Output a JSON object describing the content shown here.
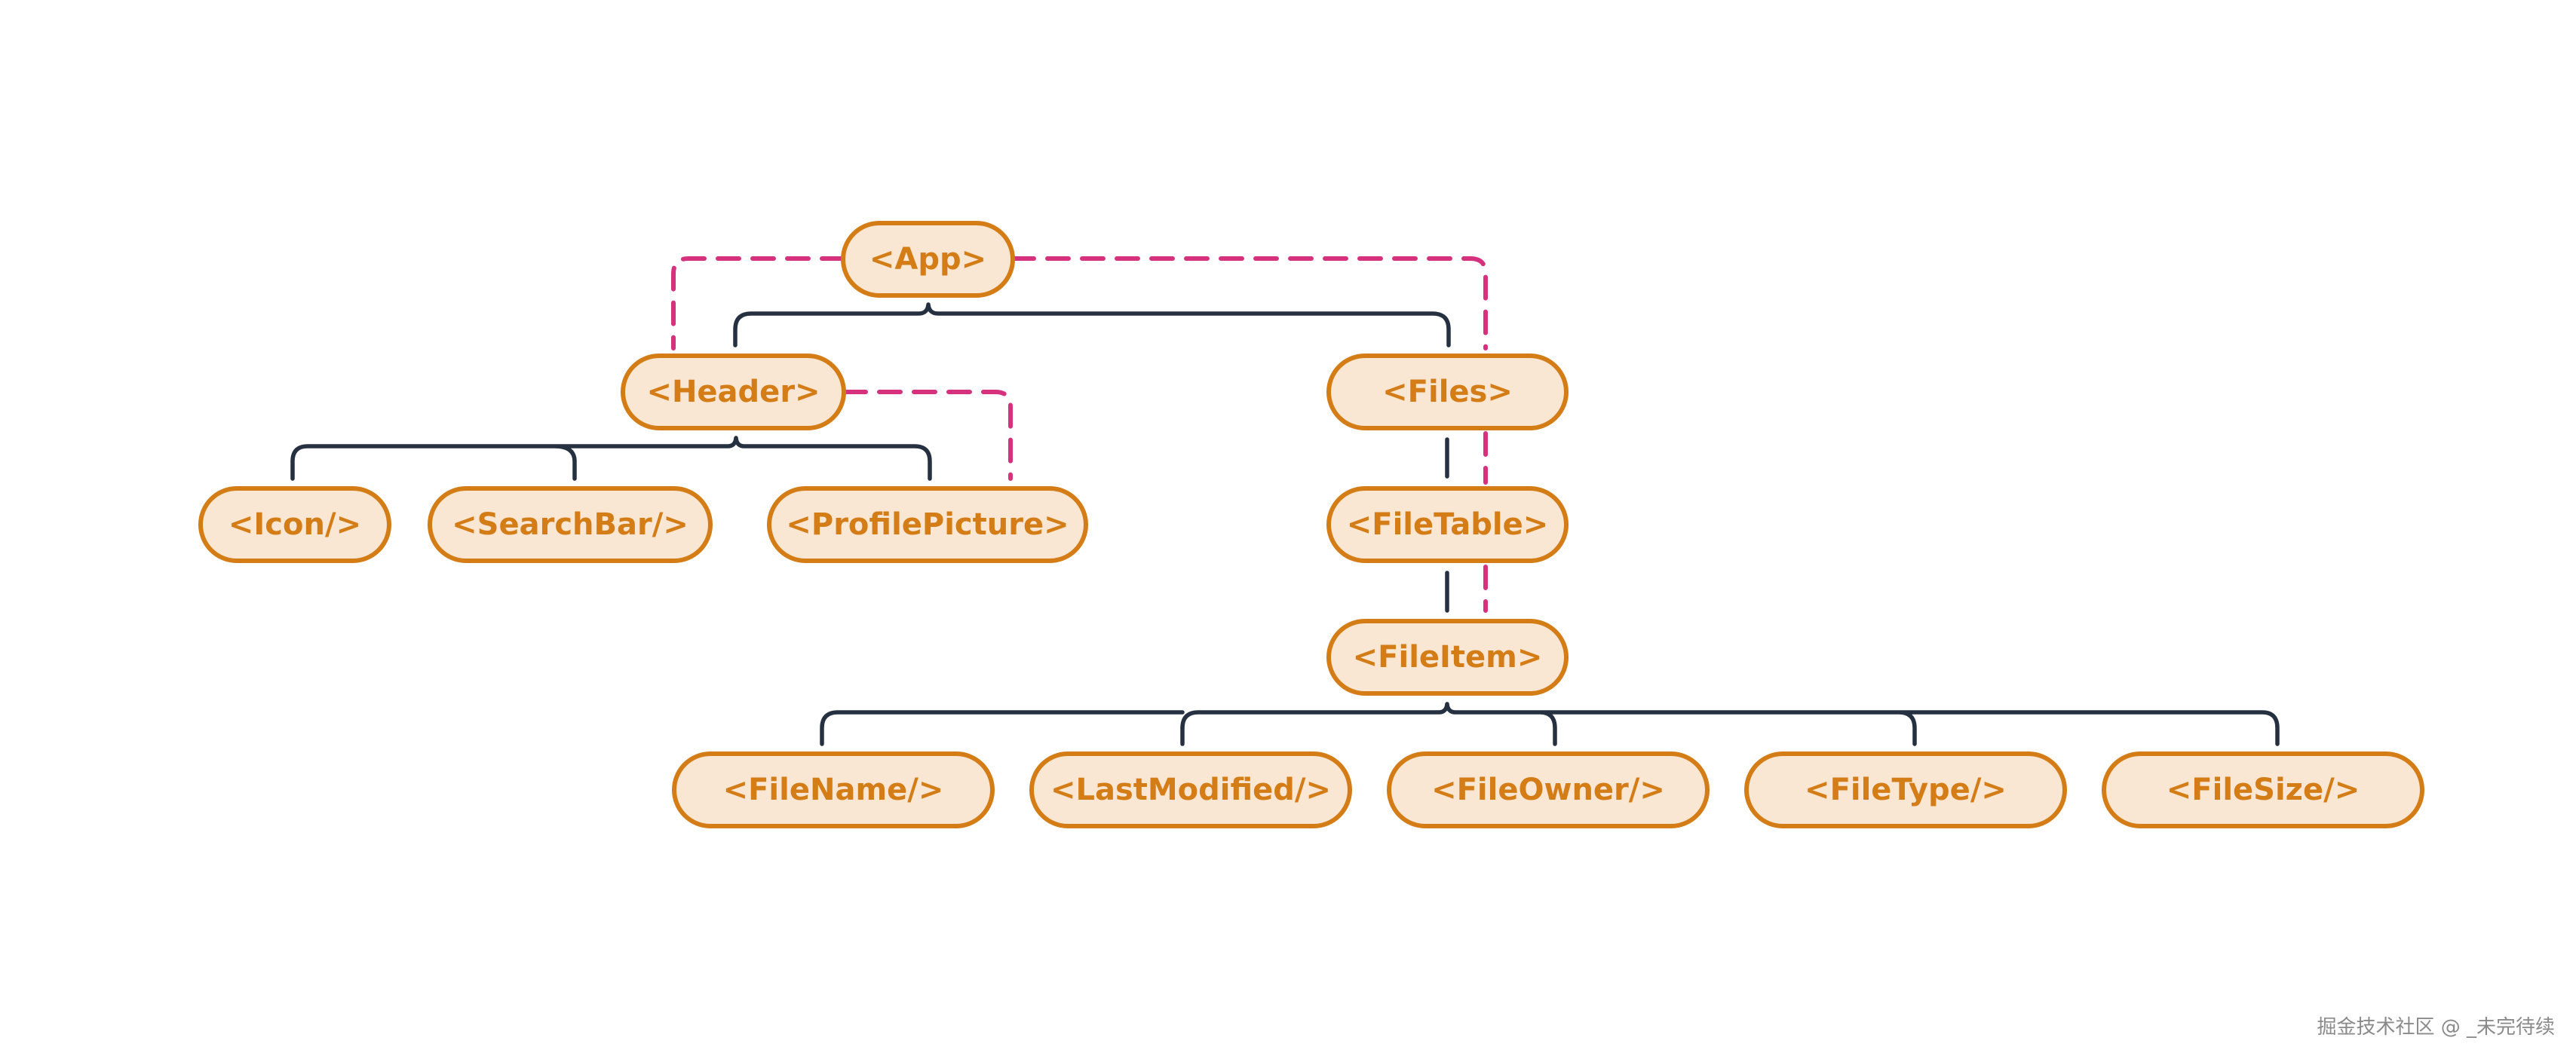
{
  "colors": {
    "node_fill": "#f9e6d3",
    "node_stroke": "#d47c16",
    "node_text": "#d47c16",
    "tree_line": "#253041",
    "flow_line": "#d6317c",
    "watermark": "#8a8a8a"
  },
  "nodes": {
    "app": "<App>",
    "header": "<Header>",
    "files": "<Files>",
    "icon": "<Icon/>",
    "searchbar": "<SearchBar/>",
    "profilepicture": "<ProfilePicture>",
    "filetable": "<FileTable>",
    "fileitem": "<FileItem>",
    "filename": "<FileName/>",
    "lastmodified": "<LastModified/>",
    "fileowner": "<FileOwner/>",
    "filetype": "<FileType/>",
    "filesize": "<FileSize/>"
  },
  "watermark": "掘金技术社区 @ _未完待续"
}
